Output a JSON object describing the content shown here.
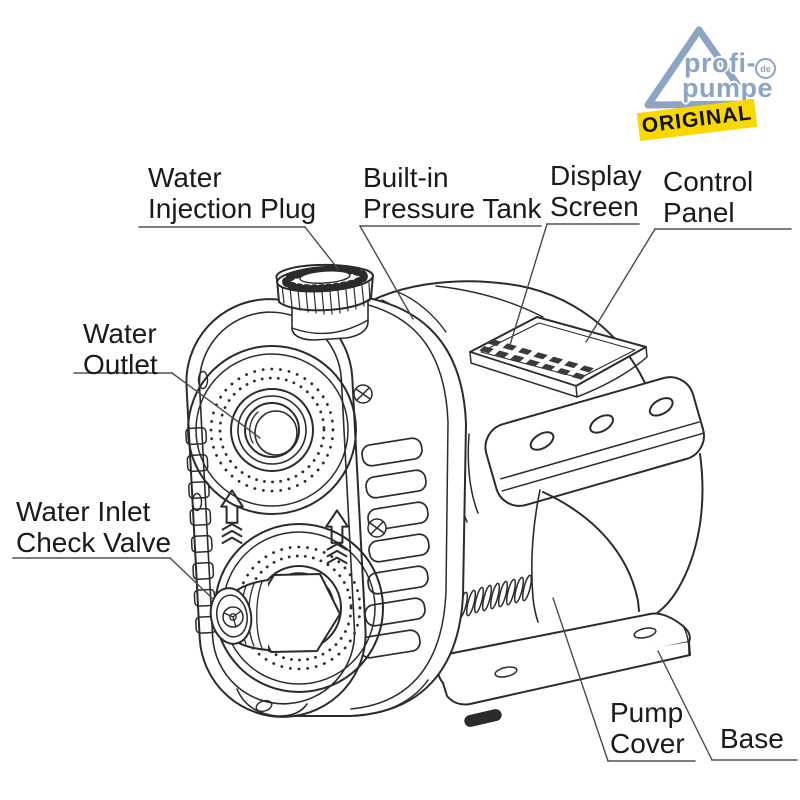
{
  "logo": {
    "brand_line1": "profi-",
    "brand_line2": "pumpe",
    "registered_mark": "de",
    "badge_label": "ORIGINAL",
    "brand_color": "#8da4c4",
    "badge_bg_color": "#f8d800",
    "badge_text_color": "#111111"
  },
  "diagram": {
    "stroke_color": "#2b2b2b",
    "label_text_color": "#1a1a1a",
    "labels": {
      "water_injection_plug": {
        "line1": "Water",
        "line2": "Injection Plug"
      },
      "built_in_pressure_tank": {
        "line1": "Built-in",
        "line2": "Pressure Tank"
      },
      "display_screen": {
        "line1": "Display",
        "line2": "Screen"
      },
      "control_panel": {
        "line1": "Control",
        "line2": "Panel"
      },
      "water_outlet": {
        "line1": "Water",
        "line2": "Outlet"
      },
      "water_inlet_check_valve": {
        "line1": "Water Inlet",
        "line2": "Check Valve"
      },
      "pump_cover": {
        "line1": "Pump",
        "line2": "Cover"
      },
      "base": {
        "line1": "Base"
      }
    }
  }
}
